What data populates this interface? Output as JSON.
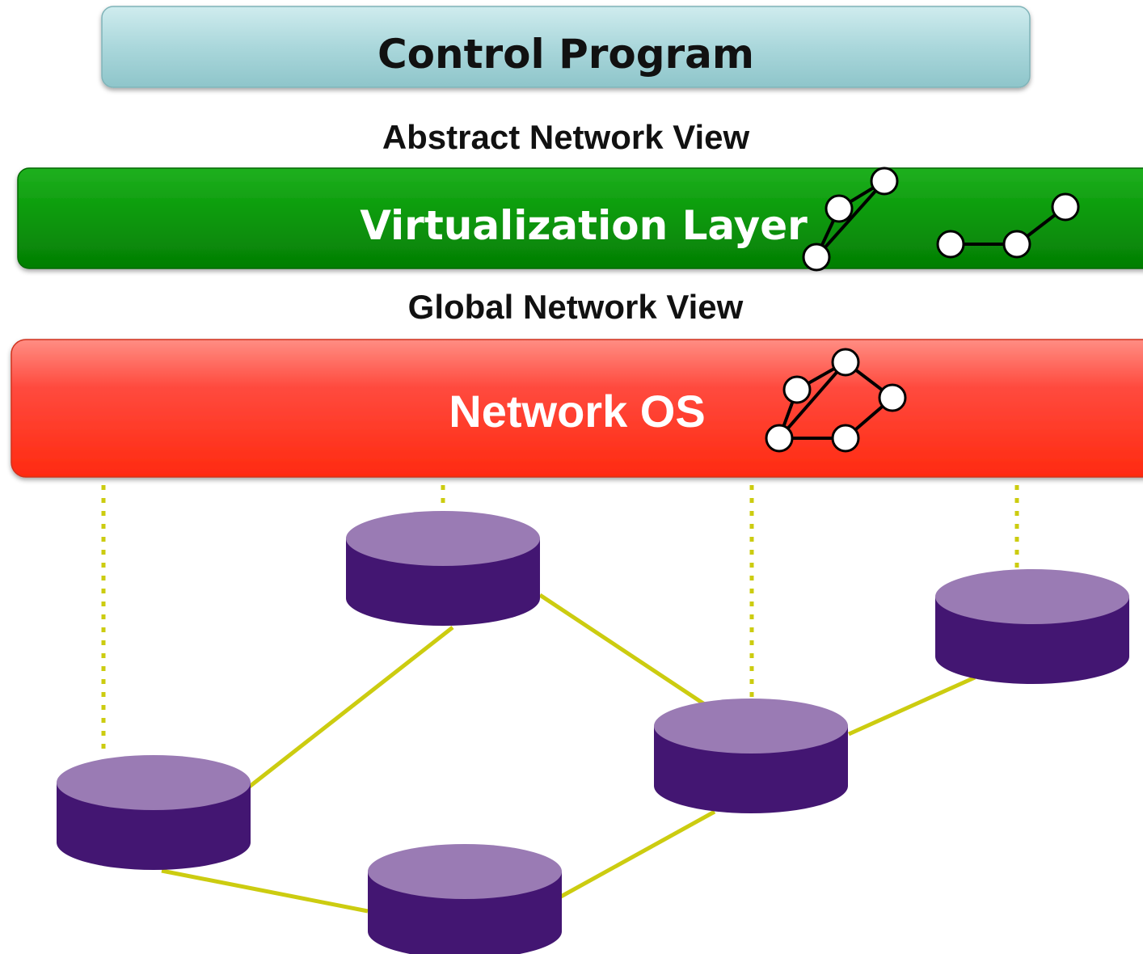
{
  "layers": {
    "control_program": "Control Program",
    "abstract_view": "Abstract Network View",
    "virtualization_layer": "Virtualization Layer",
    "global_view": "Global Network View",
    "network_os": "Network OS"
  },
  "colors": {
    "control_program": "#a9d6da",
    "virtualization_layer": "#0a9a0a",
    "network_os": "#ff2d1e",
    "switch_top": "#9a7bb4",
    "switch_body": "#431672",
    "physical_link": "#cccc10",
    "mapping_line": "#cccc10",
    "graph_node": "#ffffff",
    "graph_edge": "#000000"
  },
  "icons": [
    "mini-graph-icon",
    "switch-icon"
  ]
}
